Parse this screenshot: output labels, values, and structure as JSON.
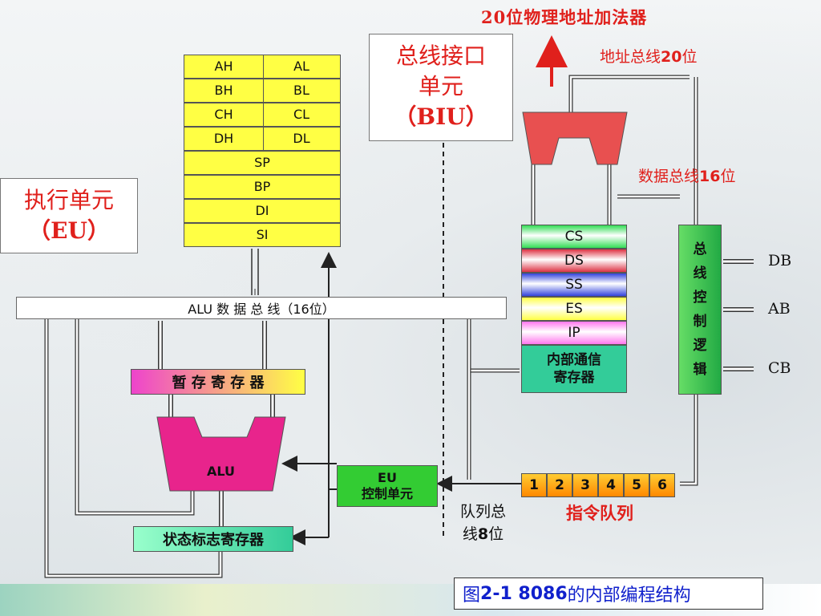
{
  "top_label": "20位物理地址加法器",
  "addr_bus": {
    "text": "地址总线",
    "num": "20",
    "unit": "位"
  },
  "data_bus": {
    "text": "数据总线",
    "num": "16",
    "unit": "位"
  },
  "biu_label": {
    "line1": "总线接口",
    "line2": "单元",
    "line3": "（BIU）"
  },
  "eu_label": {
    "line1": "执行单元",
    "line2": "（EU）"
  },
  "gp_registers": [
    [
      "AH",
      "AL"
    ],
    [
      "BH",
      "BL"
    ],
    [
      "CH",
      "CL"
    ],
    [
      "DH",
      "DL"
    ]
  ],
  "pointer_registers": [
    "SP",
    "BP",
    "DI",
    "SI"
  ],
  "alu_bus_label": "ALU 数 据 总 线（16位）",
  "temp_regs": "暂 存 寄 存 器",
  "alu": "ALU",
  "flags_reg": "状态标志寄存器",
  "eu_control": {
    "line1": "EU",
    "line2": "控制单元"
  },
  "seg_registers": [
    "CS",
    "DS",
    "SS",
    "ES",
    "IP"
  ],
  "internal_regs": {
    "line1": "内部通信",
    "line2": "寄存器"
  },
  "bus_control": [
    "总",
    "线",
    "控",
    "制",
    "逻",
    "辑"
  ],
  "ext_buses": [
    "DB",
    "AB",
    "CB"
  ],
  "queue": [
    "1",
    "2",
    "3",
    "4",
    "5",
    "6"
  ],
  "queue_label": "指令队列",
  "queue_bus": {
    "line1": "队列总",
    "line2": "线",
    "num": "8",
    "unit": "位"
  },
  "caption": {
    "prefix": "图 ",
    "bold": "2-1 8086",
    "suffix": "的内部编程结构"
  },
  "colors": {
    "yellow": "#ffff44",
    "green": "#33cc33",
    "red": "#dd4444",
    "blue": "#3344cc",
    "pink": "#ee44cc",
    "alu": "#e8248c"
  }
}
